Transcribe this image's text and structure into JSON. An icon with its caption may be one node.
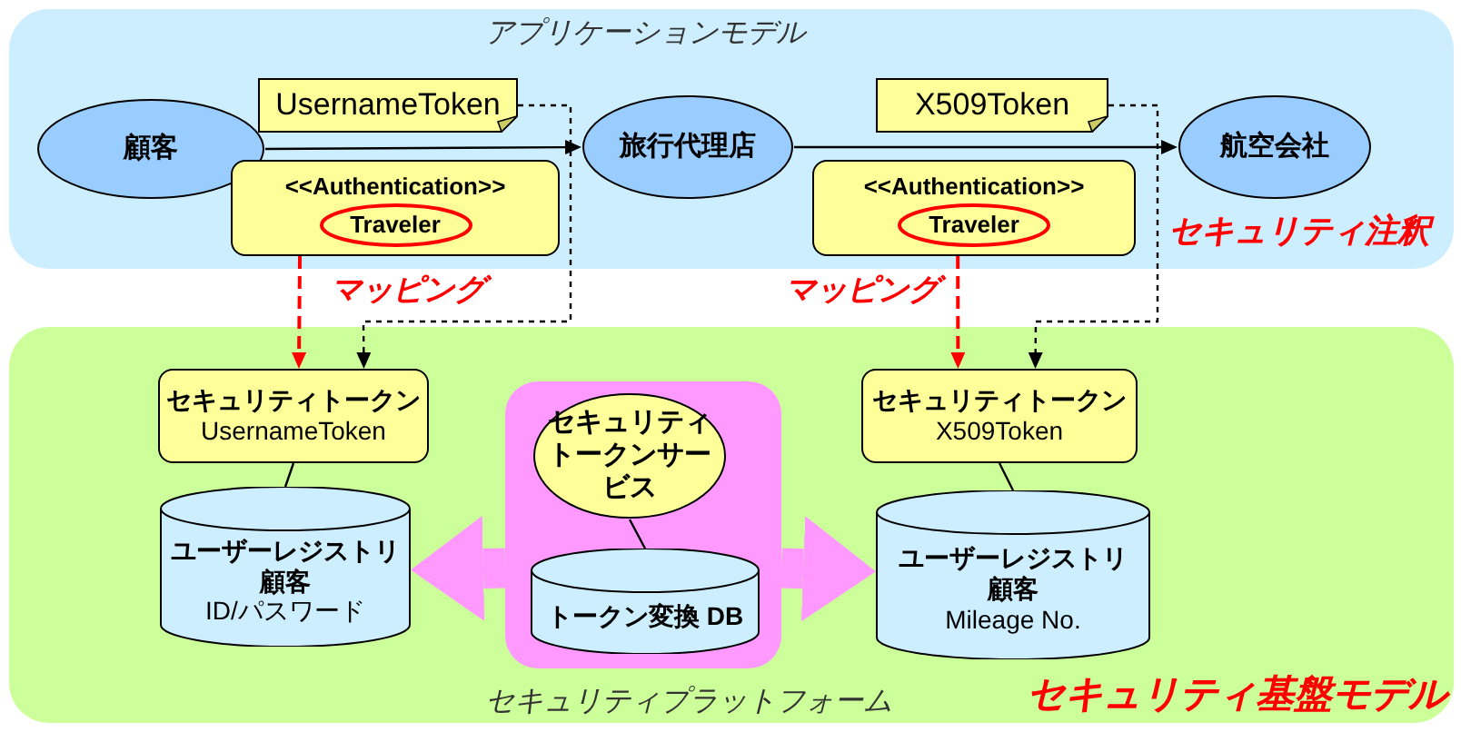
{
  "diagram": {
    "nodes": [
      {
        "text": [
          "アプリケーションモデル",
          "セキュリティ注釈"
        ]
      },
      {
        "text": [
          "顧客"
        ],
        "in": 0
      },
      {
        "text": [
          "UsernameToken"
        ],
        "in": 0
      },
      {
        "text": [
          "旅行代理店"
        ],
        "in": 0
      },
      {
        "text": [
          "X509Token"
        ],
        "in": 0
      },
      {
        "text": [
          "航空会社"
        ],
        "in": 0
      },
      {
        "text": [
          "<<Authentication>>",
          "Traveler"
        ],
        "in": 0
      },
      {
        "text": [
          "<<Authentication>>",
          "Traveler"
        ],
        "in": 0
      },
      {
        "text": [
          "セキュリティプラットフォーム",
          "セキュリティ基盤モデル"
        ]
      },
      {
        "text": [
          "セキュリティトークン",
          "UsernameToken"
        ],
        "in": 8
      },
      {
        "text": [
          "ユーザーレジストリ",
          "顧客",
          "ID/パスワード"
        ],
        "in": 8
      },
      {
        "text": [],
        "shape": "box",
        "in": 8
      },
      {
        "text": [
          "セキュリティトークンサービス"
        ],
        "in": 11
      },
      {
        "text": [
          "トークン変換 DB"
        ],
        "in": 11
      },
      {
        "text": [
          "セキュリティトークン",
          "X509Token"
        ],
        "in": 8
      },
      {
        "text": [
          "ユーザーレジストリ",
          "顧客",
          "Mileage No."
        ],
        "in": 8
      }
    ],
    "edges": [
      {
        "from": 1,
        "to": 3,
        "arrow": "to"
      },
      {
        "from": 3,
        "to": 5,
        "arrow": "to"
      },
      {
        "from": 6,
        "to": 9,
        "arrow": "to",
        "label": "マッピング",
        "style": "dashed",
        "color": "#ff0000"
      },
      {
        "from": 2,
        "to": 9,
        "arrow": "to",
        "style": "dashed"
      },
      {
        "from": 7,
        "to": 14,
        "arrow": "to",
        "label": "マッピング",
        "style": "dashed",
        "color": "#ff0000"
      },
      {
        "from": 4,
        "to": 14,
        "arrow": "to",
        "style": "dashed"
      },
      {
        "from": 9,
        "to": 10,
        "arrow": "none"
      },
      {
        "from": 14,
        "to": 15,
        "arrow": "none"
      },
      {
        "from": 12,
        "to": 13,
        "arrow": "none"
      },
      {
        "from": 11,
        "to": 10,
        "arrow": "to",
        "style": "thick",
        "color": "#ff99ff"
      },
      {
        "from": 11,
        "to": 15,
        "arrow": "to",
        "style": "thick",
        "color": "#ff99ff"
      }
    ]
  }
}
